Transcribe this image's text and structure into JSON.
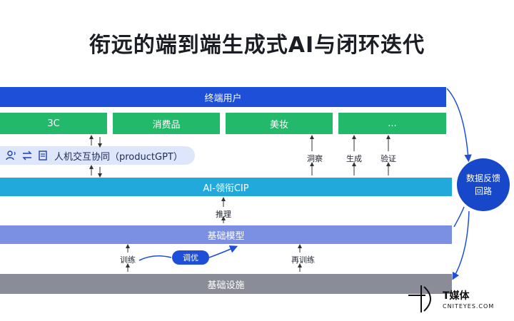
{
  "title": "衔远的端到端生成式AI与闭环迭代",
  "layers": {
    "end_users": "终端用户",
    "categories": [
      "3C",
      "消费品",
      "美妆",
      "..."
    ],
    "human_interaction": "人机交互协同（productGPT）",
    "ai_cip": "AI-领衔CIP",
    "foundation_model": "基础模型",
    "infrastructure": "基础设施"
  },
  "labels": {
    "insight": "洞察",
    "generate": "生成",
    "verify": "验证",
    "inference": "推理",
    "train": "训练",
    "tune": "调优",
    "retrain": "再训练"
  },
  "feedback_loop": {
    "line1": "数据反馈",
    "line2": "回路"
  },
  "watermark": {
    "brand": "T媒体",
    "site": "CNITEYES.COM"
  },
  "colors": {
    "users_bar": "#1d4fd8",
    "category": "#22b96a",
    "ai_cip": "#21a9dc",
    "model": "#7b8fe3",
    "infra": "#8a8d97",
    "feedback": "#1648c9"
  }
}
